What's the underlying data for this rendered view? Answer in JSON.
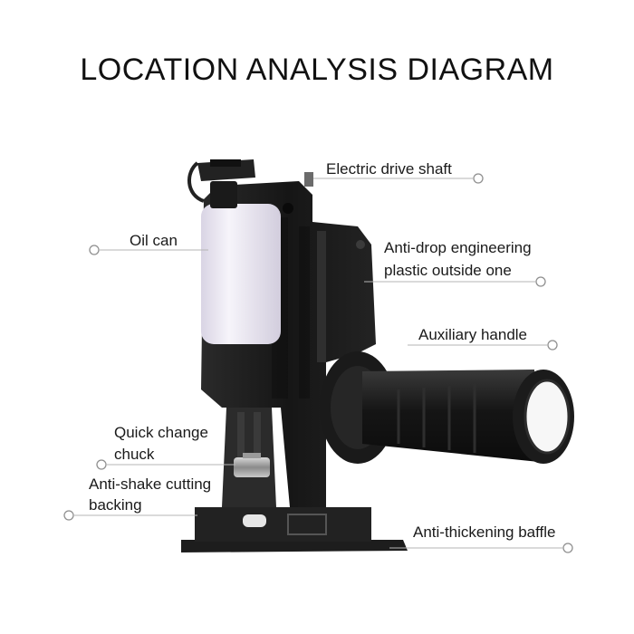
{
  "title": "LOCATION ANALYSIS DIAGRAM",
  "colors": {
    "background": "#ffffff",
    "leader_line": "#b5b5b5",
    "tool_body": "#1c1c1c",
    "oil_can": "#ece9f2"
  },
  "callouts": {
    "electric_drive_shaft": "Electric drive shaft",
    "oil_can": "Oil can",
    "anti_drop_line1": "Anti-drop engineering",
    "anti_drop_line2": "plastic outside one",
    "auxiliary_handle": "Auxiliary handle",
    "quick_change_line1": "Quick change",
    "quick_change_line2": "chuck",
    "anti_shake_line1": "Anti-shake cutting",
    "anti_shake_line2": "backing",
    "anti_thickening_baffle": "Anti-thickening baffle"
  }
}
